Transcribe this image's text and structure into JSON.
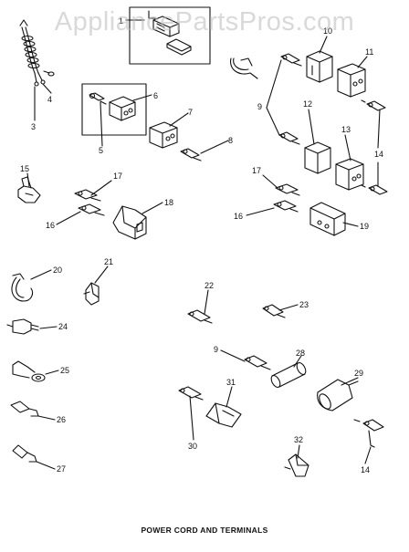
{
  "watermark": "AppliancePartsPros.com",
  "caption": "POWER CORD AND TERMINALS",
  "part_labels": {
    "p1": "1",
    "p3": "3",
    "p4": "4",
    "p5": "5",
    "p6": "6",
    "p7": "7",
    "p8": "8",
    "p9a": "9",
    "p9b": "9",
    "p10": "10",
    "p11": "11",
    "p12": "12",
    "p13": "13",
    "p14a": "14",
    "p14b": "14",
    "p15": "15",
    "p16a": "16",
    "p16b": "16",
    "p17a": "17",
    "p17b": "17",
    "p18": "18",
    "p19": "19",
    "p20": "20",
    "p21": "21",
    "p22": "22",
    "p23": "23",
    "p24": "24",
    "p25": "25",
    "p26": "26",
    "p27": "27",
    "p28": "28",
    "p29": "29",
    "p30": "30",
    "p31": "31",
    "p32": "32"
  },
  "colors": {
    "ink": "#111111",
    "watermark": "#b9b9b9"
  }
}
